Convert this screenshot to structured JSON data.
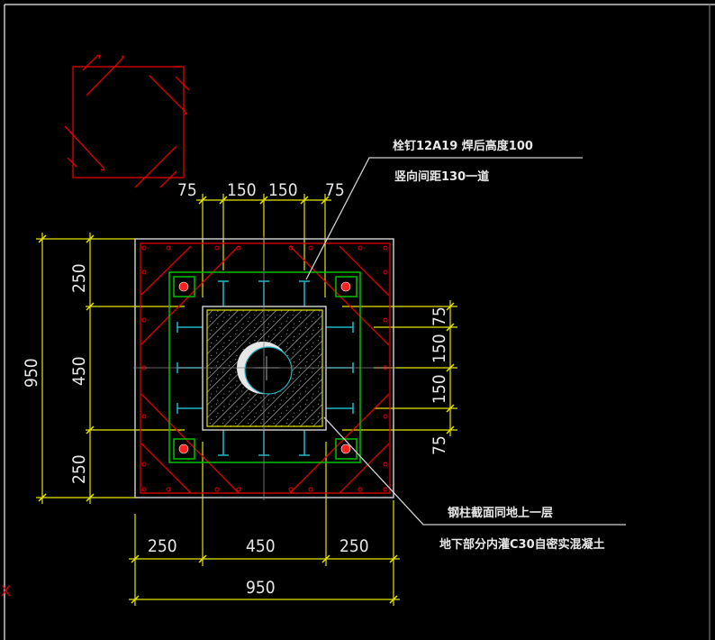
{
  "dimensions": {
    "top": [
      "75",
      "150",
      "150",
      "75"
    ],
    "left_total": "950",
    "left": [
      "250",
      "450",
      "250"
    ],
    "right": [
      "75",
      "150",
      "150",
      "75"
    ],
    "bottom": [
      "250",
      "450",
      "250"
    ],
    "bottom_total": "950"
  },
  "notes": {
    "stud_line1": "栓钉12A19  焊后高度100",
    "stud_line2": "竖向间距130一道",
    "column_line1": "钢柱截面同地上一层",
    "column_line2": "地下部分内灌C30自密实混凝土"
  },
  "axis_marker": "X",
  "colors": {
    "dim": "#e6e600",
    "rebar": "#e00000",
    "stirrup": "#00c000",
    "stud": "#20b8c8",
    "outline": "#c8c8c8"
  }
}
